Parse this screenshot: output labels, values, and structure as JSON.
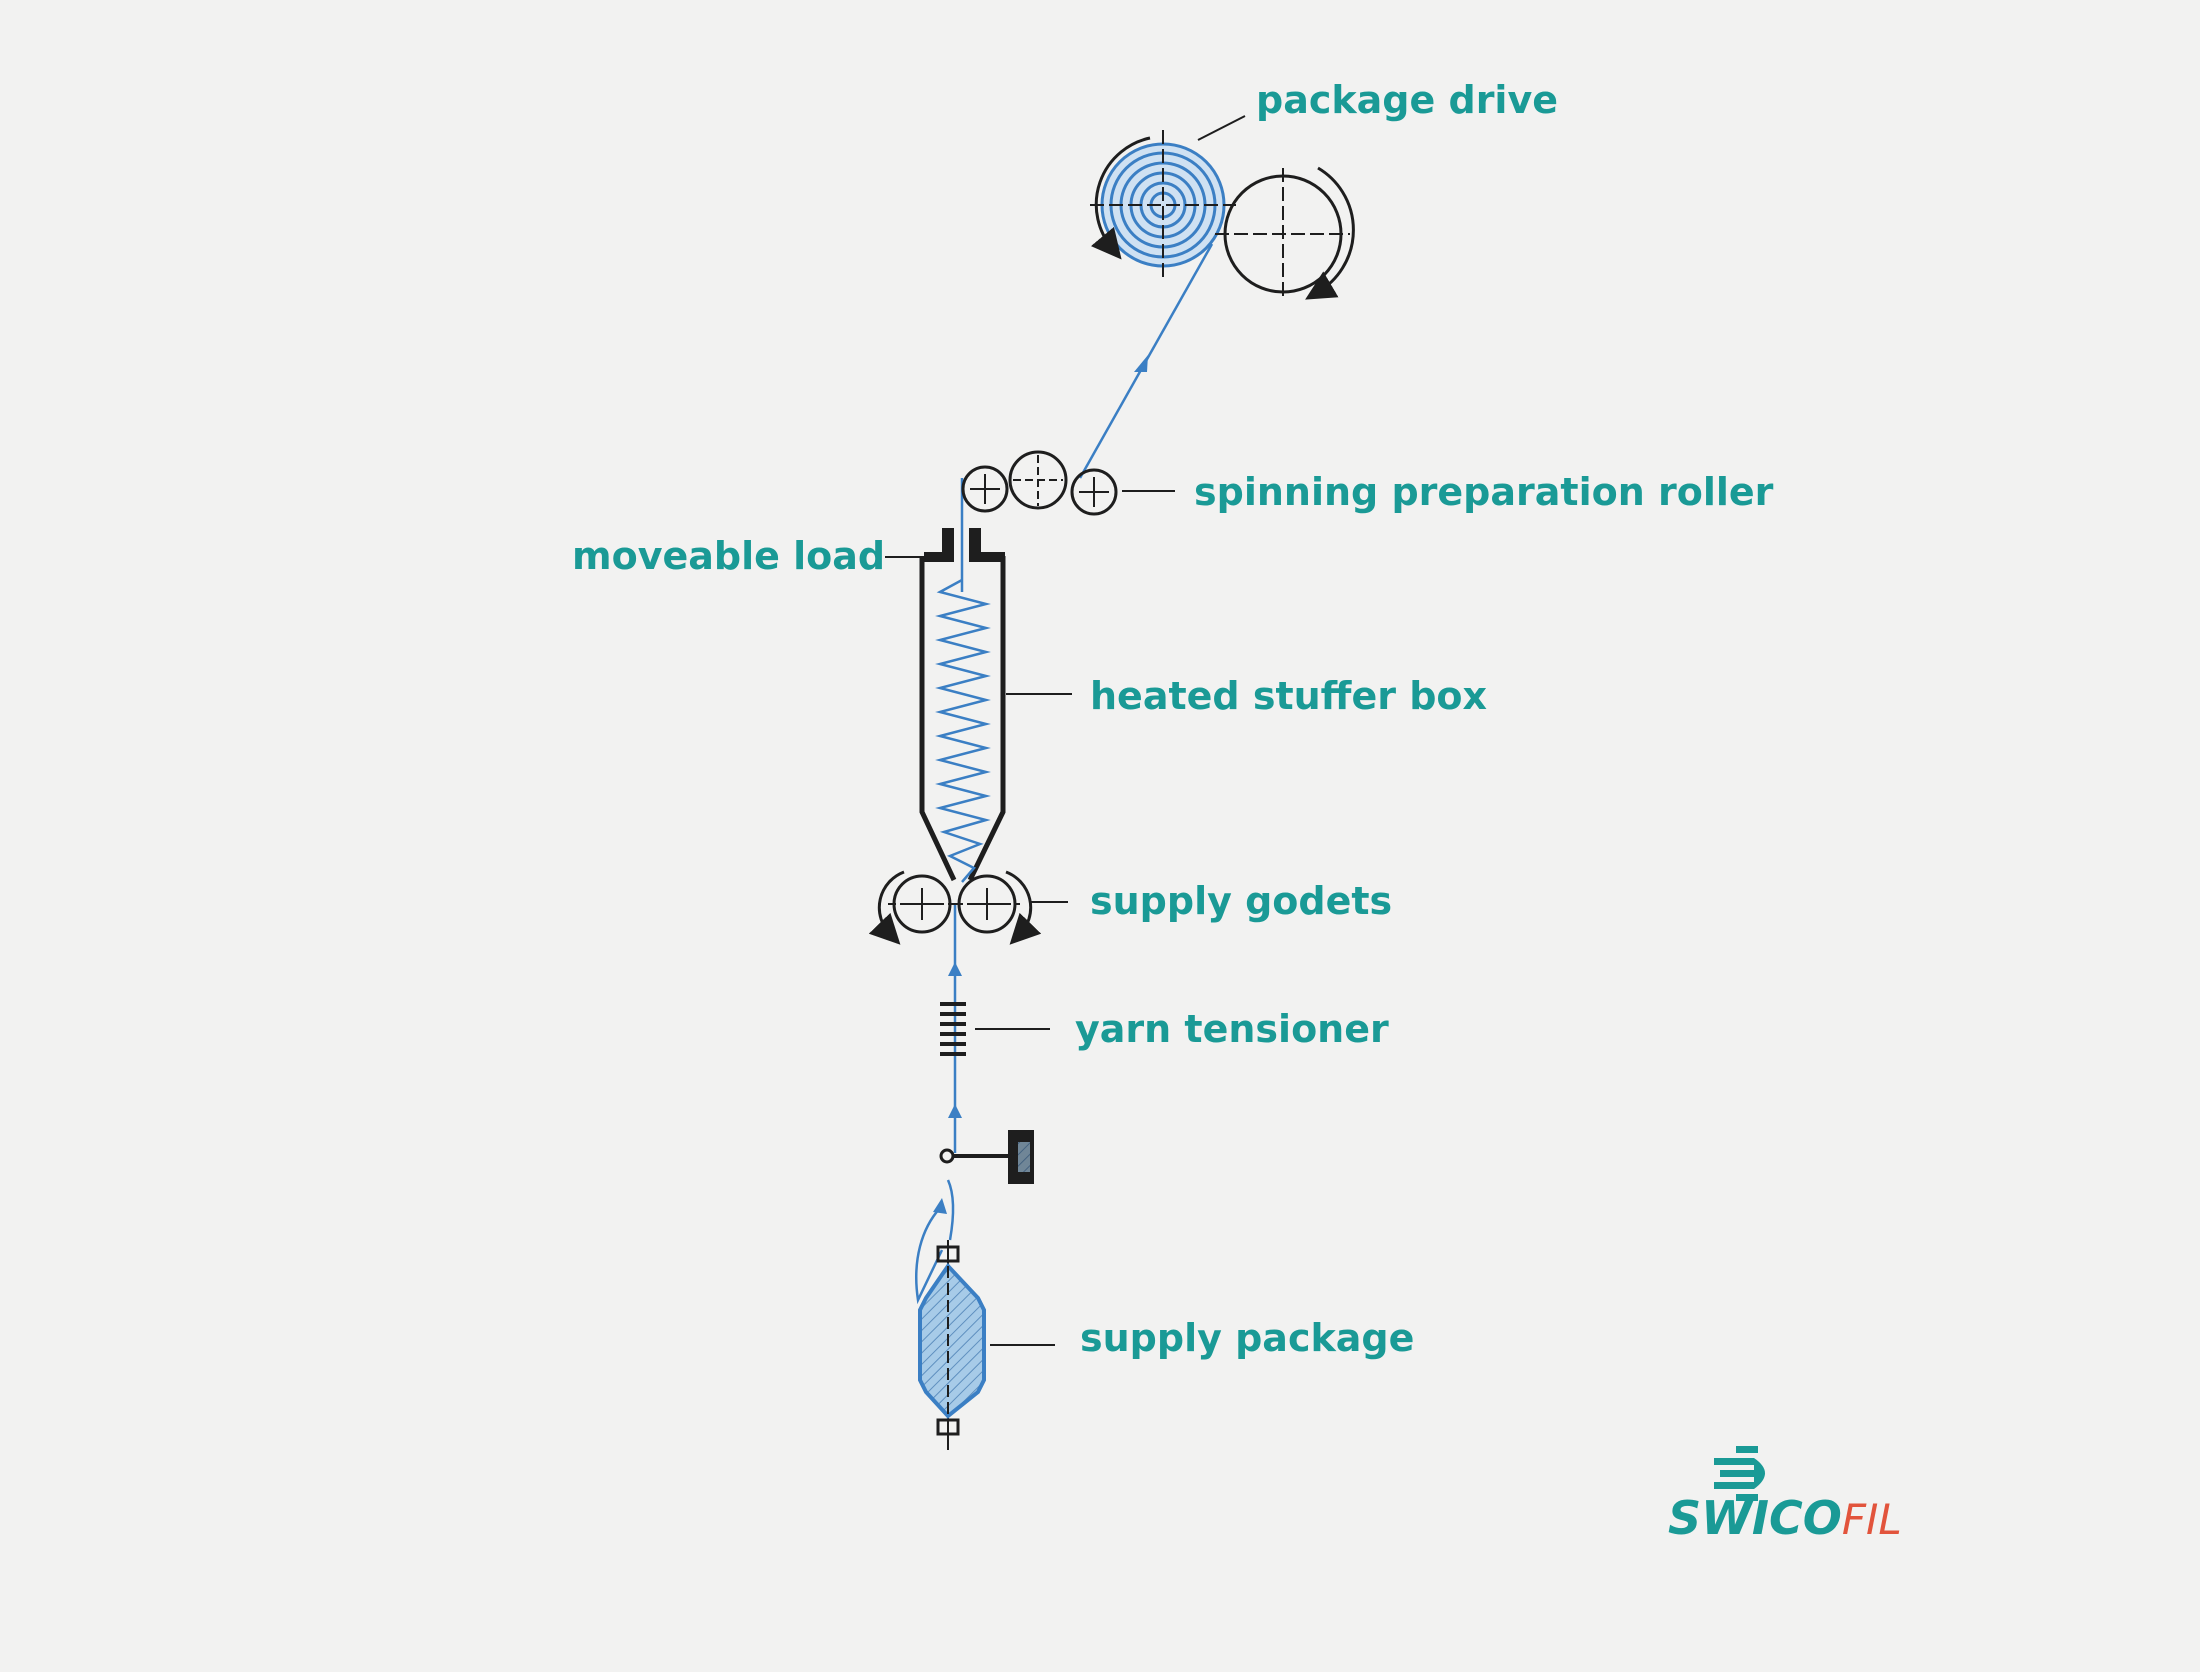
{
  "labels": {
    "package_drive": "package drive",
    "spinning_preparation_roller": "spinning preparation roller",
    "moveable_load": "moveable load",
    "heated_stuffer_box": "heated stuffer box",
    "supply_godets": "supply godets",
    "yarn_tensioner": "yarn tensioner",
    "supply_package": "supply package"
  },
  "logo": {
    "main": "SWICO",
    "sub": "FIL"
  },
  "colors": {
    "label": "#1a9a96",
    "yarn": "#3b7fc4",
    "ink": "#1e1e1e",
    "package_fill": "#a7cbe8",
    "logo_accent": "#e2543c"
  }
}
